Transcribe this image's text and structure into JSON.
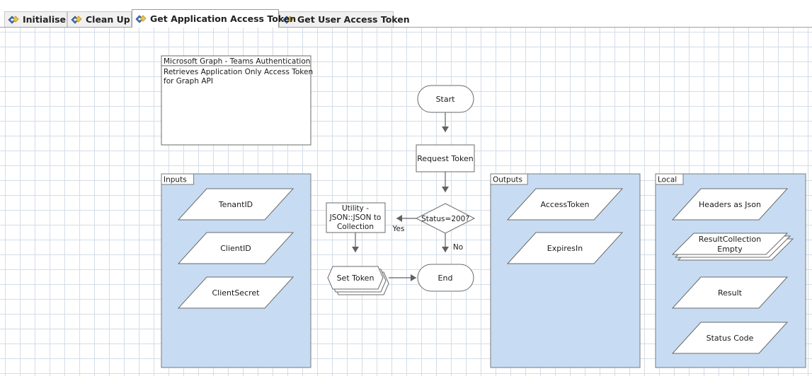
{
  "tabs": [
    {
      "label": "Initialise",
      "active": false,
      "icon": "process-page-icon"
    },
    {
      "label": "Clean Up",
      "active": false,
      "icon": "process-page-icon"
    },
    {
      "label": "Get Application Access Token",
      "active": true,
      "icon": "process-page-icon"
    },
    {
      "label": "Get User Access Token",
      "active": false,
      "icon": "process-page-icon"
    }
  ],
  "diagram": {
    "note": {
      "title": "Microsoft Graph - Teams Authentication",
      "body_lines": [
        "Retrieves Application Only Access Token",
        "for Graph API"
      ]
    },
    "blocks": {
      "inputs": {
        "label": "Inputs",
        "items": [
          "TenantID",
          "ClientID",
          "ClientSecret"
        ]
      },
      "outputs": {
        "label": "Outputs",
        "items": [
          "AccessToken",
          "ExpiresIn"
        ]
      },
      "local": {
        "label": "Local",
        "items": [
          {
            "label_lines": [
              "Headers as Json"
            ],
            "collection": false
          },
          {
            "label_lines": [
              "ResultCollection",
              "Empty"
            ],
            "collection": true
          },
          {
            "label_lines": [
              "Result"
            ],
            "collection": false
          },
          {
            "label_lines": [
              "Status Code"
            ],
            "collection": false
          }
        ]
      }
    },
    "flow": {
      "start": "Start",
      "request": "Request Token",
      "decision": "Status=200?",
      "yes_label": "Yes",
      "no_label": "No",
      "action_lines": [
        "Utility -",
        "JSON::JSON to",
        "Collection"
      ],
      "multi_calc": "Set Token",
      "end": "End"
    },
    "colors": {
      "block_fill": "#c7dcf2",
      "block_border": "#7a7a7a",
      "stage_border": "#7a7a7a",
      "arrow": "#606060",
      "grid": "#d3dde8",
      "icon_blue": "#3f6fb8",
      "icon_yellow": "#f0c23a"
    }
  }
}
